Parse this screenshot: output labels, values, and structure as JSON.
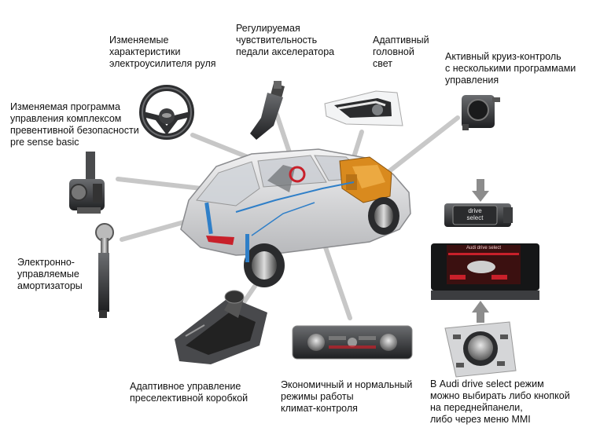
{
  "labels": {
    "steering": "Изменяемые\nхарактеристики\nэлектроусилителя руля",
    "accelerator": "Регулируемая\nчувствительность\nпедали акселератора",
    "headlight": "Адаптивный\nголовной\nсвет",
    "cruise": "Активный круиз-контроль\nс несколькими программами\nуправления",
    "presense": "Изменяемая программа\nуправления комплексом\nпревентивной безопасности\npre sense basic",
    "dampers": "Электронно-\nуправляемые\nамортизаторы",
    "gearbox": "Адаптивное управление\nпреселективной коробкой",
    "climate": "Экономичный и нормальный\nрежимы работы\nклимат-контроля",
    "driveselect": "В Audi drive select режим\nможно выбирать либо кнопкой\nна переднейпанели,\nлибо через меню MMI"
  },
  "button_text": {
    "line1": "drive",
    "line2": "select"
  },
  "screen_title": "Audi drive select",
  "colors": {
    "text": "#111111",
    "car_body": "#d9dadc",
    "engine": "#d98a1e",
    "arrow": "#8c8c8c",
    "accent_red": "#c8202a"
  }
}
